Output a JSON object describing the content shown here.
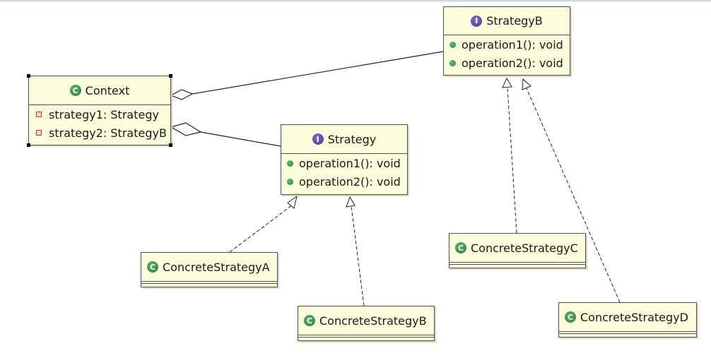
{
  "diagram": {
    "context": {
      "name": "Context",
      "stereotype_icon": "class-icon",
      "attributes": [
        {
          "text": "strategy1: Strategy",
          "visibility": "private"
        },
        {
          "text": "strategy2: StrategyB",
          "visibility": "private"
        }
      ]
    },
    "strategy": {
      "name": "Strategy",
      "stereotype_icon": "interface-icon",
      "operations": [
        {
          "text": "operation1(): void",
          "visibility": "public"
        },
        {
          "text": "operation2(): void",
          "visibility": "public"
        }
      ]
    },
    "strategy_b": {
      "name": "StrategyB",
      "stereotype_icon": "interface-icon",
      "operations": [
        {
          "text": "operation1(): void",
          "visibility": "public"
        },
        {
          "text": "operation2(): void",
          "visibility": "public"
        }
      ]
    },
    "concrete_a": {
      "name": "ConcreteStrategyA",
      "stereotype_icon": "class-icon"
    },
    "concrete_b": {
      "name": "ConcreteStrategyB",
      "stereotype_icon": "class-icon"
    },
    "concrete_c": {
      "name": "ConcreteStrategyC",
      "stereotype_icon": "class-icon"
    },
    "concrete_d": {
      "name": "ConcreteStrategyD",
      "stereotype_icon": "class-icon"
    },
    "relations": [
      {
        "type": "aggregation",
        "from": "Context",
        "to": "StrategyB"
      },
      {
        "type": "aggregation",
        "from": "Context",
        "to": "Strategy"
      },
      {
        "type": "realization",
        "from": "ConcreteStrategyA",
        "to": "Strategy"
      },
      {
        "type": "realization",
        "from": "ConcreteStrategyB",
        "to": "Strategy"
      },
      {
        "type": "realization",
        "from": "ConcreteStrategyC",
        "to": "StrategyB"
      },
      {
        "type": "realization",
        "from": "ConcreteStrategyD",
        "to": "StrategyB"
      }
    ],
    "colors": {
      "box_fill": "#fdfcdc",
      "border": "#505050",
      "class_badge": "#2e7a3e",
      "interface_badge": "#4a3c94",
      "private_marker": "#c23030"
    }
  }
}
